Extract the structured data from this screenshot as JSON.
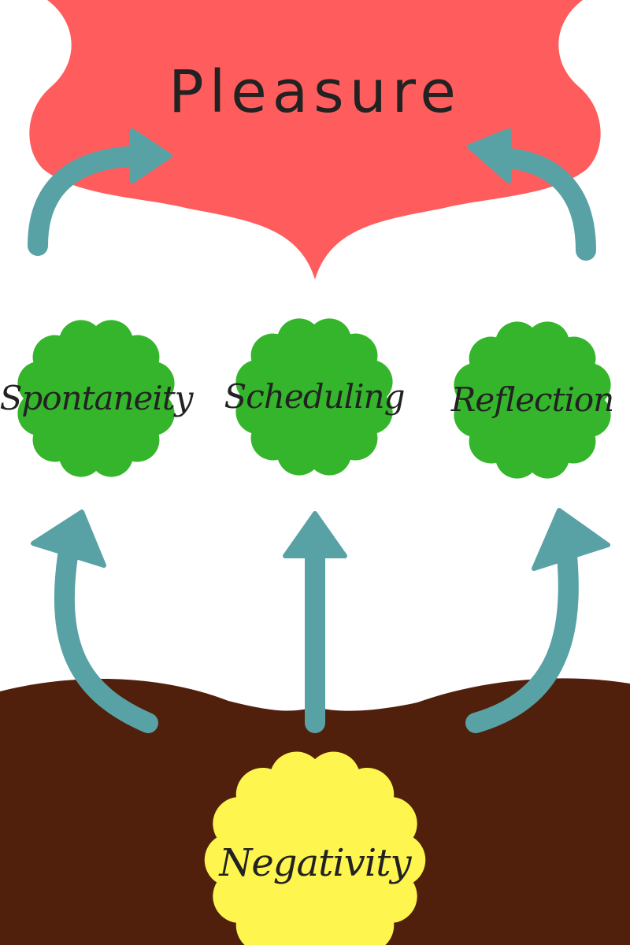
{
  "colors": {
    "background": "#ffffff",
    "banner": "#ff5d5d",
    "node_fill": "#35b52b",
    "root_fill": "#fef54f",
    "soil": "#51200c",
    "arrow": "#58a2a6",
    "text": "#222222"
  },
  "banner": {
    "title": "Pleasure"
  },
  "nodes": [
    {
      "label": "Spontaneity"
    },
    {
      "label": "Scheduling"
    },
    {
      "label": "Reflection"
    }
  ],
  "root": {
    "label": "Negativity"
  },
  "icons": {
    "arrow": "curved-arrow-icon"
  }
}
